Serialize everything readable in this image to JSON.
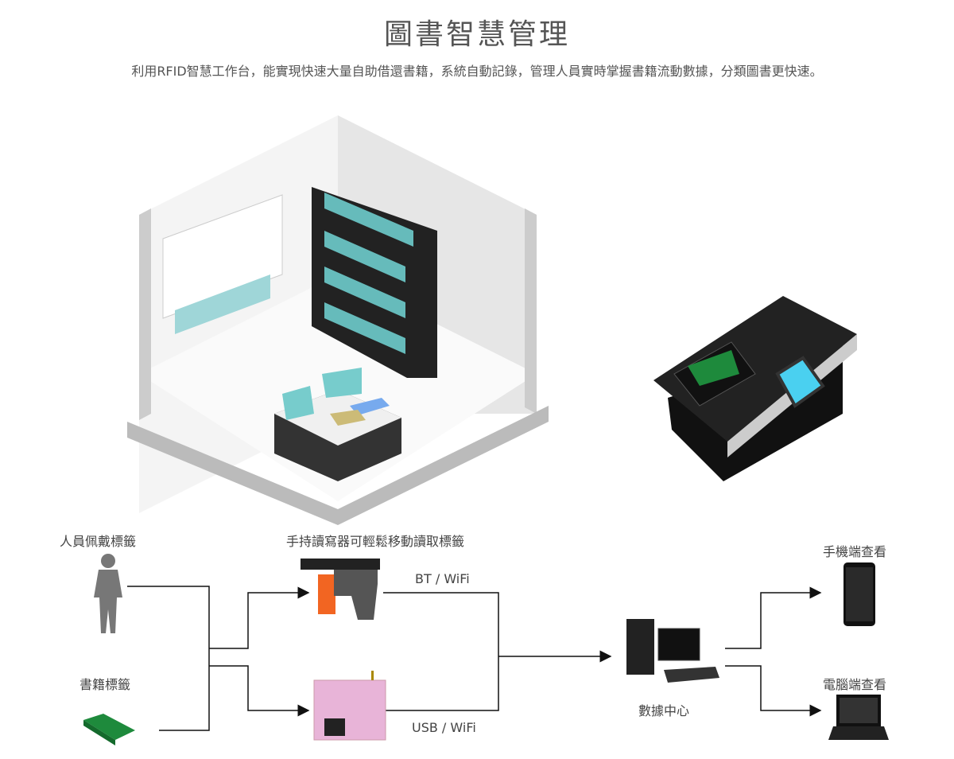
{
  "title": "圖書智慧管理",
  "subtitle": "利用RFID智慧工作台，能實現快速大量自助借還書籍，系統自動記錄，管理人員實時掌握書籍流動數據，分類圖書更快速。",
  "labels": {
    "person_tag": "人員佩戴標籤",
    "book_tag": "書籍標籤",
    "handheld": "手持讀寫器可輕鬆移動讀取標籤",
    "bt_wifi": "BT / WiFi",
    "usb_wifi": "USB / WiFi",
    "data_center": "數據中心",
    "mobile_view": "手機端查看",
    "pc_view": "電腦端查看"
  },
  "colors": {
    "line": "#111111",
    "wall": "#f2f2f2",
    "shelf": "#222222",
    "book_green": "#1e8a3c",
    "reader_pink": "#e8b4d8",
    "gun_orange": "#f26522"
  }
}
